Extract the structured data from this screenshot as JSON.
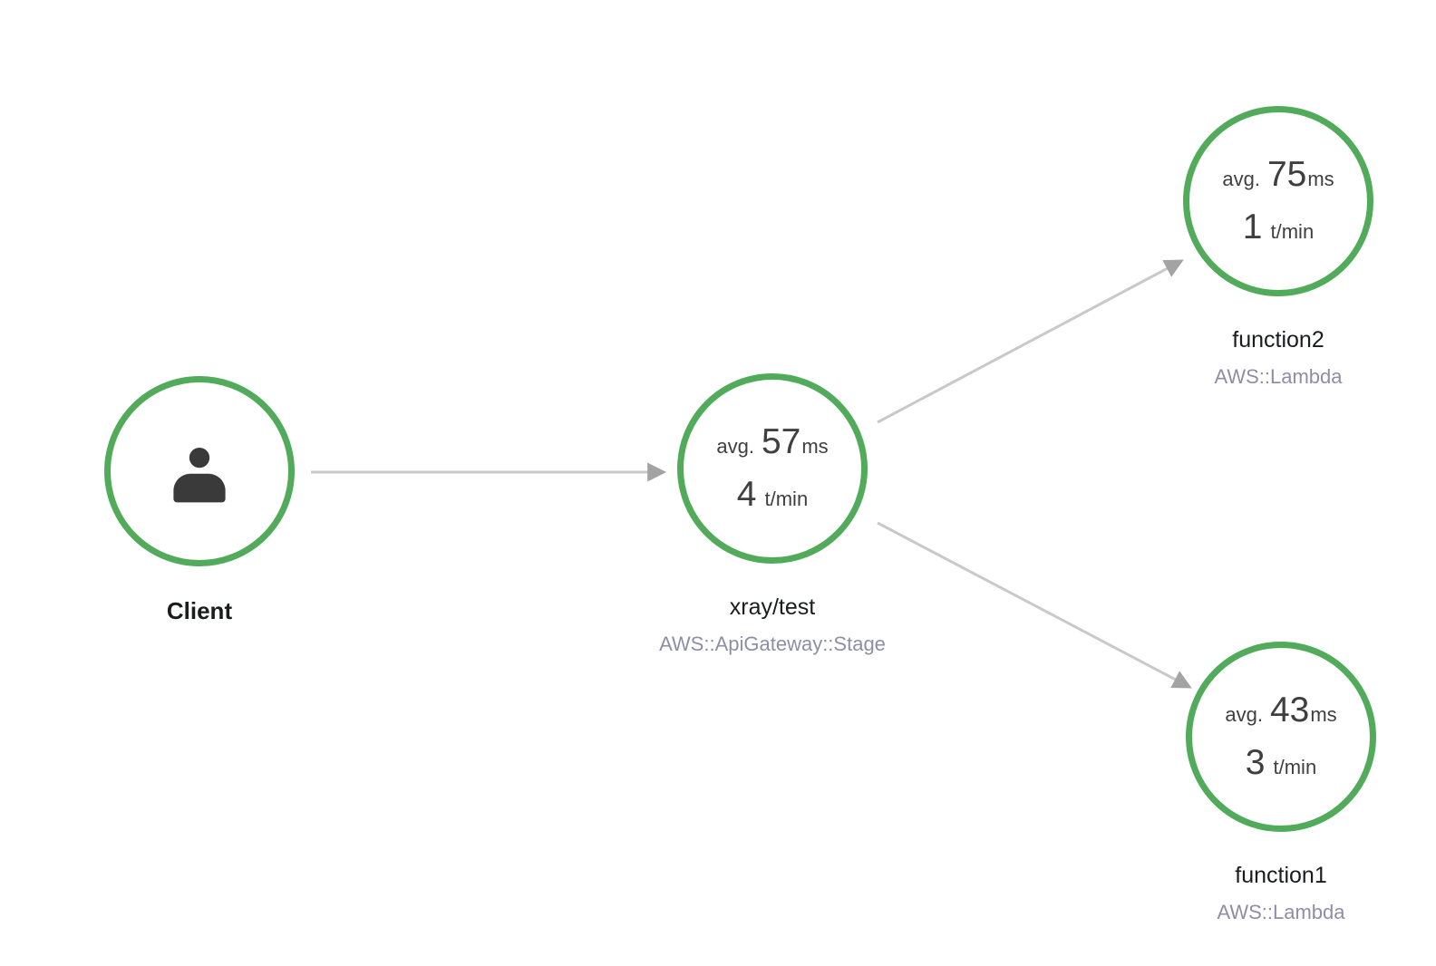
{
  "diagram": {
    "kind": "service-map",
    "nodes": {
      "client": {
        "name": "Client",
        "icon": "user-icon"
      },
      "gateway": {
        "name": "xray/test",
        "type": "AWS::ApiGateway::Stage",
        "avg_label": "avg.",
        "avg_value": "57",
        "avg_unit": "ms",
        "rate_value": "4",
        "rate_unit": "t/min"
      },
      "function2": {
        "name": "function2",
        "type": "AWS::Lambda",
        "avg_label": "avg.",
        "avg_value": "75",
        "avg_unit": "ms",
        "rate_value": "1",
        "rate_unit": "t/min"
      },
      "function1": {
        "name": "function1",
        "type": "AWS::Lambda",
        "avg_label": "avg.",
        "avg_value": "43",
        "avg_unit": "ms",
        "rate_value": "3",
        "rate_unit": "t/min"
      }
    },
    "edges": [
      {
        "from": "Client",
        "to": "xray/test"
      },
      {
        "from": "xray/test",
        "to": "function2"
      },
      {
        "from": "xray/test",
        "to": "function1"
      }
    ],
    "colors": {
      "healthy_ring": "#52ab5b",
      "edge_line": "#c9c9c9",
      "edge_arrow": "#a3a3a3",
      "metric_text": "#3f3f3f",
      "node_title": "#1a1c1e",
      "node_type_label": "#8e8ea6",
      "client_icon": "#3a3a3a"
    }
  }
}
